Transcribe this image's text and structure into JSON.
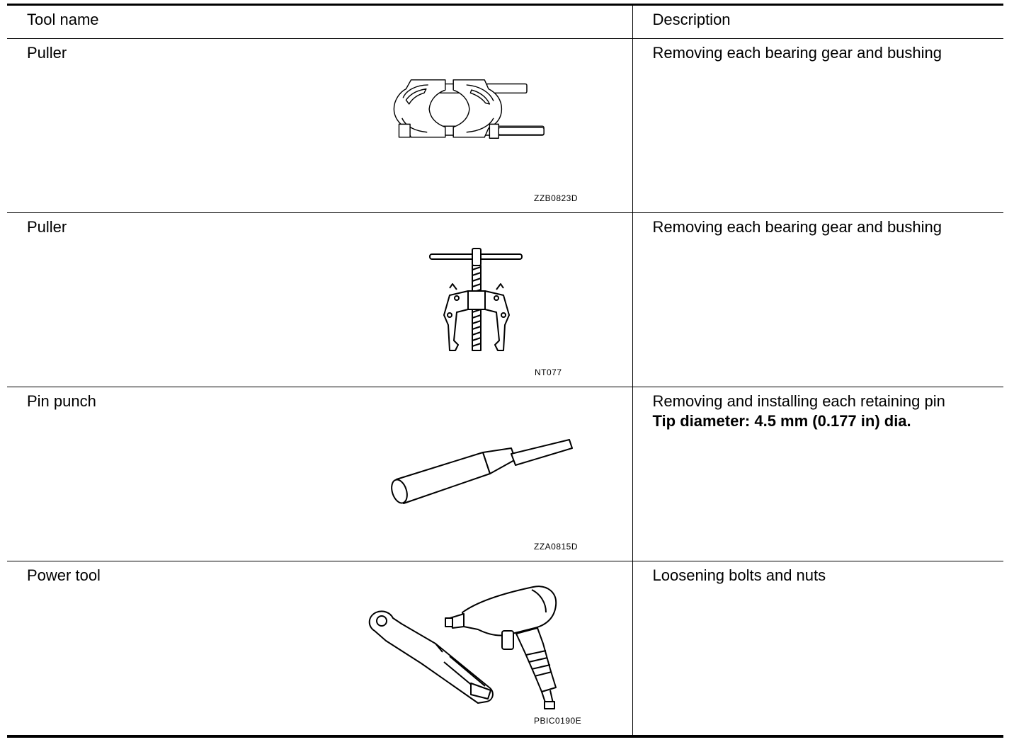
{
  "table": {
    "headers": {
      "tool_name": "Tool name",
      "description": "Description"
    },
    "rows": [
      {
        "tool_name": "Puller",
        "figure_code": "ZZB0823D",
        "illustration": "bearing-separator-puller-illustration",
        "description": "Removing each bearing gear and bushing",
        "spec": ""
      },
      {
        "tool_name": "Puller",
        "figure_code": "NT077",
        "illustration": "jaw-gear-puller-illustration",
        "description": "Removing each bearing gear and bushing",
        "spec": ""
      },
      {
        "tool_name": "Pin punch",
        "figure_code": "ZZA0815D",
        "illustration": "pin-punch-illustration",
        "description": "Removing and installing each retaining pin",
        "spec": "Tip diameter: 4.5 mm (0.177 in) dia."
      },
      {
        "tool_name": "Power tool",
        "figure_code": "PBIC0190E",
        "illustration": "power-tool-illustration",
        "description": "Loosening bolts and nuts",
        "spec": ""
      }
    ]
  }
}
